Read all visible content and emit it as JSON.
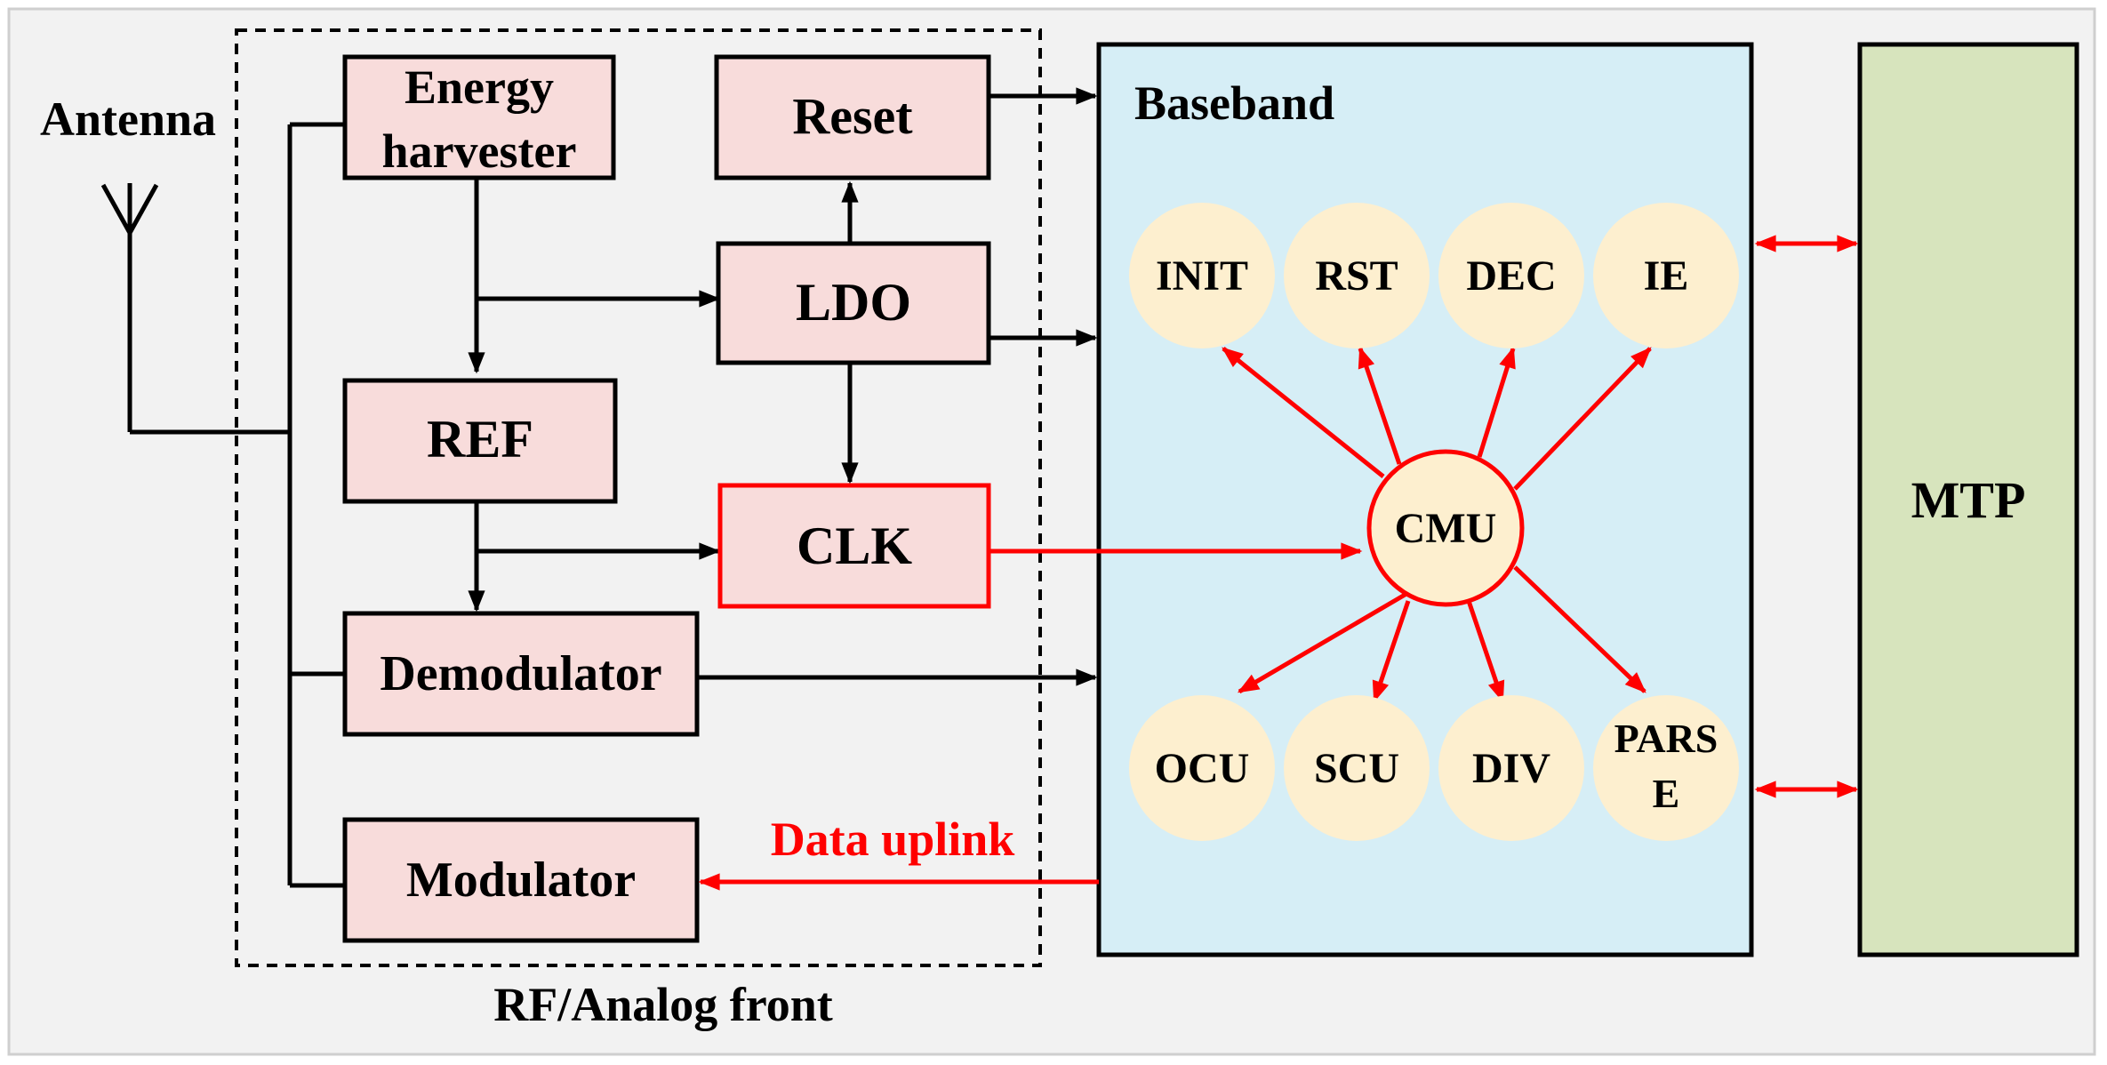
{
  "labels": {
    "antenna": "Antenna",
    "rf_front": "RF/Analog front",
    "data_uplink": "Data uplink"
  },
  "blocks": {
    "energy_harvester": [
      "Energy",
      "harvester"
    ],
    "reset": "Reset",
    "ldo": "LDO",
    "ref": "REF",
    "clk": "CLK",
    "demodulator": "Demodulator",
    "modulator": "Modulator",
    "baseband": "Baseband",
    "mtp": "MTP"
  },
  "baseband_units": {
    "top": [
      "INIT",
      "RST",
      "DEC",
      "IE"
    ],
    "center": "CMU",
    "bottom": [
      "OCU",
      "SCU",
      "DIV"
    ],
    "parse": [
      "PARS",
      "E"
    ]
  },
  "colors": {
    "block_fill": "#f8dcdb",
    "baseband_fill": "#d6eef6",
    "mtp_fill": "#d7e4bd",
    "unit_fill": "#fdefcf",
    "highlight": "#ff0000",
    "outer_background": "#f2f2f2"
  }
}
